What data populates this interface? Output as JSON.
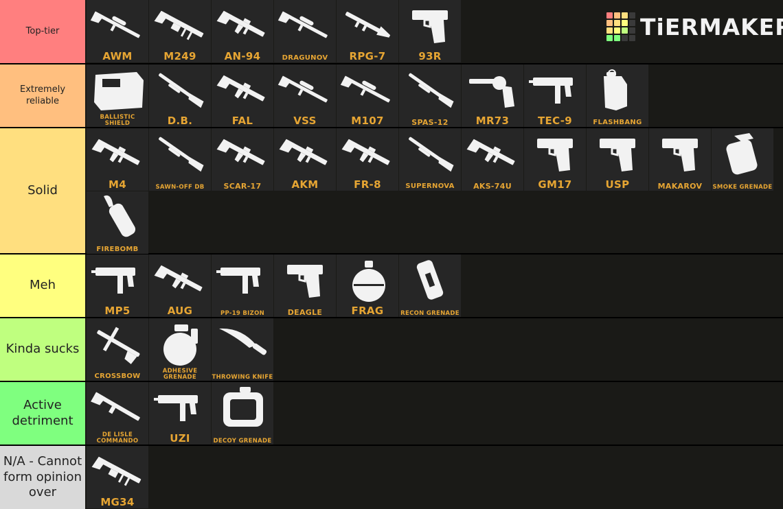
{
  "logo": {
    "text": "TiERMAKER",
    "grid_colors": [
      "#ff7f7f",
      "#ffbf7f",
      "#ffdf7f",
      "#3a3a3a",
      "#ffbf7f",
      "#ffdf7f",
      "#ffff7f",
      "#3a3a3a",
      "#ffdf7f",
      "#ffff7f",
      "#bfff7f",
      "#3a3a3a",
      "#7fff7f",
      "#7fff7f",
      "#3a3a3a",
      "#3a3a3a"
    ]
  },
  "tiers": [
    {
      "label": "Top-tier",
      "color": "#ff7f7f",
      "items": [
        {
          "name": "AWM",
          "icon": "sniper-rifle-icon"
        },
        {
          "name": "M249",
          "icon": "machine-gun-icon"
        },
        {
          "name": "AN-94",
          "icon": "assault-rifle-icon"
        },
        {
          "name": "DRAGUNOV",
          "icon": "sniper-rifle-icon"
        },
        {
          "name": "RPG-7",
          "icon": "rocket-launcher-icon"
        },
        {
          "name": "93R",
          "icon": "pistol-icon"
        }
      ]
    },
    {
      "label": "Extremely reliable",
      "color": "#ffbf7f",
      "items": [
        {
          "name": "BALLISTIC SHIELD",
          "icon": "shield-icon"
        },
        {
          "name": "D.B.",
          "icon": "shotgun-icon"
        },
        {
          "name": "FAL",
          "icon": "assault-rifle-icon"
        },
        {
          "name": "VSS",
          "icon": "sniper-rifle-icon"
        },
        {
          "name": "M107",
          "icon": "sniper-rifle-icon"
        },
        {
          "name": "SPAS-12",
          "icon": "shotgun-icon"
        },
        {
          "name": "MR73",
          "icon": "revolver-icon"
        },
        {
          "name": "TEC-9",
          "icon": "smg-icon"
        },
        {
          "name": "FLASHBANG",
          "icon": "flashbang-icon"
        }
      ]
    },
    {
      "label": "Solid",
      "color": "#ffdf7f",
      "items": [
        {
          "name": "M4",
          "icon": "assault-rifle-icon"
        },
        {
          "name": "SAWN-OFF DB",
          "icon": "shotgun-icon"
        },
        {
          "name": "SCAR-17",
          "icon": "assault-rifle-icon"
        },
        {
          "name": "AKM",
          "icon": "assault-rifle-icon"
        },
        {
          "name": "FR-8",
          "icon": "assault-rifle-icon"
        },
        {
          "name": "SUPERNOVA",
          "icon": "shotgun-icon"
        },
        {
          "name": "AKS-74U",
          "icon": "assault-rifle-icon"
        },
        {
          "name": "GM17",
          "icon": "pistol-icon"
        },
        {
          "name": "USP",
          "icon": "pistol-icon"
        },
        {
          "name": "MAKAROV",
          "icon": "pistol-icon"
        },
        {
          "name": "SMOKE GRENADE",
          "icon": "smoke-grenade-icon"
        },
        {
          "name": "FIREBOMB",
          "icon": "firebomb-icon"
        }
      ]
    },
    {
      "label": "Meh",
      "color": "#ffff7f",
      "items": [
        {
          "name": "MP5",
          "icon": "smg-icon"
        },
        {
          "name": "AUG",
          "icon": "assault-rifle-icon"
        },
        {
          "name": "PP-19 BIZON",
          "icon": "smg-icon"
        },
        {
          "name": "DEAGLE",
          "icon": "pistol-icon"
        },
        {
          "name": "FRAG",
          "icon": "frag-grenade-icon"
        },
        {
          "name": "RECON GRENADE",
          "icon": "recon-grenade-icon"
        }
      ]
    },
    {
      "label": "Kinda sucks",
      "color": "#bfff7f",
      "items": [
        {
          "name": "CROSSBOW",
          "icon": "crossbow-icon"
        },
        {
          "name": "ADHESIVE GRENADE",
          "icon": "adhesive-grenade-icon"
        },
        {
          "name": "THROWING KNIFE",
          "icon": "knife-icon"
        }
      ]
    },
    {
      "label": "Active detriment",
      "color": "#7fff7f",
      "items": [
        {
          "name": "DE LISLE COMMANDO",
          "icon": "rifle-icon"
        },
        {
          "name": "UZI",
          "icon": "smg-icon"
        },
        {
          "name": "DECOY GRENADE",
          "icon": "decoy-grenade-icon"
        }
      ]
    },
    {
      "label": "N/A - Cannot form opinion over",
      "color": "#d9d9d9",
      "items": [
        {
          "name": "MG34",
          "icon": "machine-gun-icon"
        }
      ]
    }
  ]
}
